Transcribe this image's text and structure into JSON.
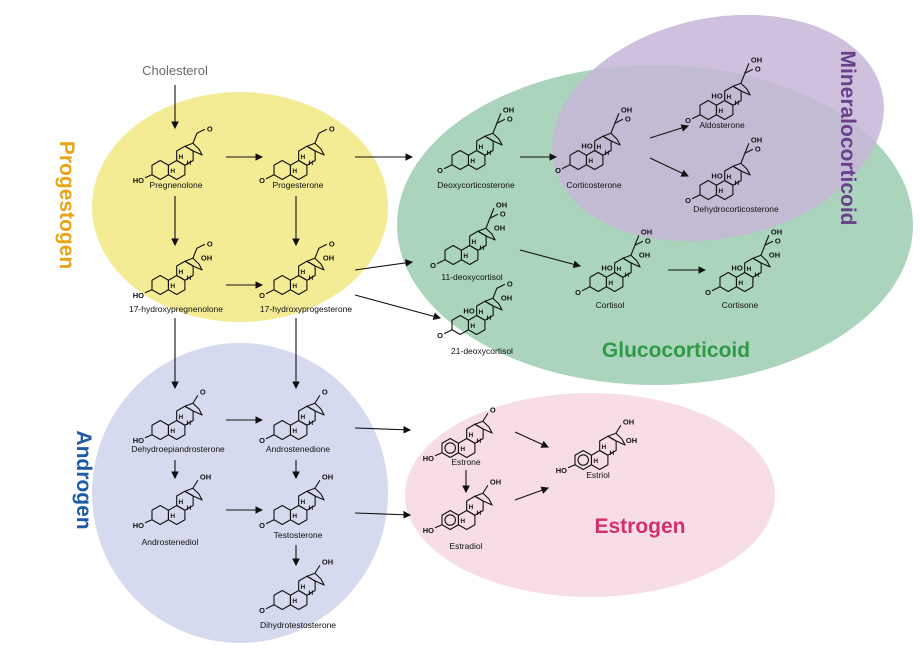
{
  "start": "Cholesterol",
  "classes": {
    "progestogen": {
      "label": "Progestogen",
      "color": "#e8a317",
      "fill": "#f3ec95"
    },
    "androgen": {
      "label": "Androgen",
      "color": "#1f5aa6",
      "fill": "#d6daee"
    },
    "glucocorticoid": {
      "label": "Glucocorticoid",
      "color": "#2e9a45",
      "fill": "#9cccb2"
    },
    "mineralocorticoid": {
      "label": "Mineralocorticoid",
      "color": "#6a3f8c",
      "fill": "#c7b6d8"
    },
    "estrogen": {
      "label": "Estrogen",
      "color": "#d2306c",
      "fill": "#f6dde6"
    }
  },
  "compounds": {
    "pregnenolone": "Pregnenolone",
    "progesterone": "Progesterone",
    "hydroxypregnenolone": "17-hydroxypregnenolone",
    "hydroxyprogesterone": "17-hydroxyprogesterone",
    "deoxycorticosterone": "Deoxycorticosterone",
    "corticosterone": "Corticosterone",
    "aldosterone": "Aldosterone",
    "dehydrocorticosterone": "Dehydrocorticosterone",
    "deoxycortisol11": "11-deoxycortisol",
    "cortisol": "Cortisol",
    "cortisone": "Cortisone",
    "deoxycortisol21": "21-deoxycortisol",
    "dhea": "Dehydroepiandrosterone",
    "androstenedione": "Androstenedione",
    "androstenediol": "Androstenediol",
    "testosterone": "Testosterone",
    "dht": "Dihydrotestosterone",
    "estrone": "Estrone",
    "estriol": "Estriol",
    "estradiol": "Estradiol"
  },
  "atoms": {
    "oh": "OH",
    "ho": "HO",
    "o": "O",
    "h": "H"
  }
}
